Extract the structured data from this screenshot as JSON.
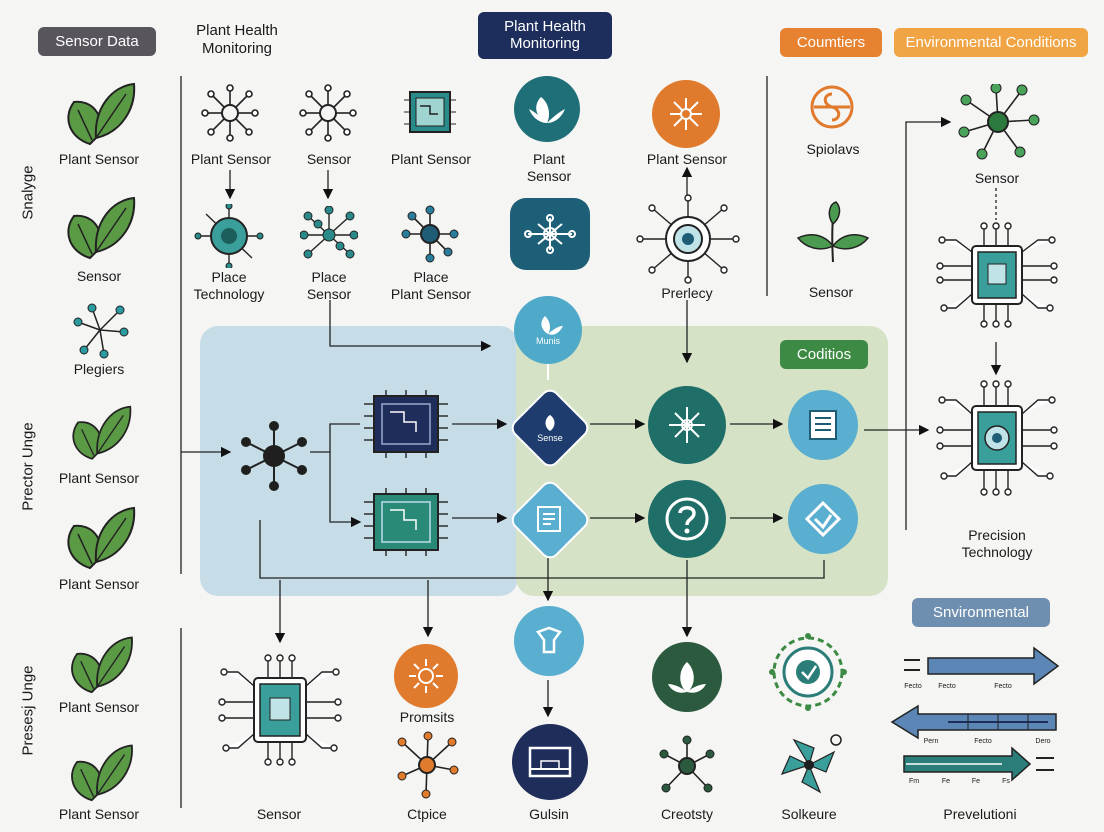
{
  "headers": {
    "sensor_data": "Sensor Data",
    "plant_health_col": "Plant Health\nMonitoring",
    "plant_health_box": "Plant Health\nMonitoring",
    "coumiers": "Coumtiers",
    "env_conditions": "Environmental Conditions"
  },
  "side_labels": {
    "snalyge": "Snalyge",
    "prector_unge": "Prector Unge",
    "presesj_unge": "Presesj Unge"
  },
  "left_column": {
    "l1": "Plant Sensor",
    "l2": "Sensor",
    "l3": "Plegiers",
    "l4": "Plant Sensor",
    "l5": "Plant Sensor",
    "l6": "Plant Sensor",
    "l7": "Plant Sensor"
  },
  "row1": {
    "plant_sensor_a": "Plant Sensor",
    "sensor_a": "Sensor",
    "plant_sensor_b": "Plant Sensor",
    "plant_sensor_c": "Plant\nSensor",
    "plant_sensor_d": "Plant Sensor",
    "spiolavs": "Spiolavs",
    "sensor_right": "Sensor"
  },
  "row2": {
    "place_technology": "Place\nTechnology",
    "place_sensor": "Place\nSensor",
    "place_plant_sensor": "Place\nPlant Sensor",
    "prerlecy": "Prerlecy",
    "sensor_green": "Sensor"
  },
  "center": {
    "munis": "Munis",
    "sense": "Sense",
    "coditios": "Coditios",
    "precision_tech": "Precision\nTechnology"
  },
  "bottom": {
    "sensor": "Sensor",
    "promsits": "Promsits",
    "ctpice": "Ctpice",
    "gulsin": "Gulsin",
    "creotsty": "Creotsty",
    "solkeure": "Solkeure",
    "snvironmental": "Snvironmental",
    "prevelutioni": "Prevelutioni",
    "arrow_ticks1": [
      "Fecto",
      "Fecto",
      "Fecto"
    ],
    "arrow_ticks2": [
      "Pern",
      "Fecto",
      "Dero"
    ],
    "arrow_ticks3": [
      "Fm",
      "Fe",
      "Fe",
      "Fs"
    ]
  },
  "colors": {
    "navy": "#1e2d5a",
    "teal": "#2a7d78",
    "dark_green": "#2c5a3f",
    "orange": "#e07a2c",
    "light_blue": "#5aaed0",
    "blue_zone": "#c4dbe6",
    "green_zone": "#d3e0c4",
    "leaf": "#5b9a45"
  }
}
